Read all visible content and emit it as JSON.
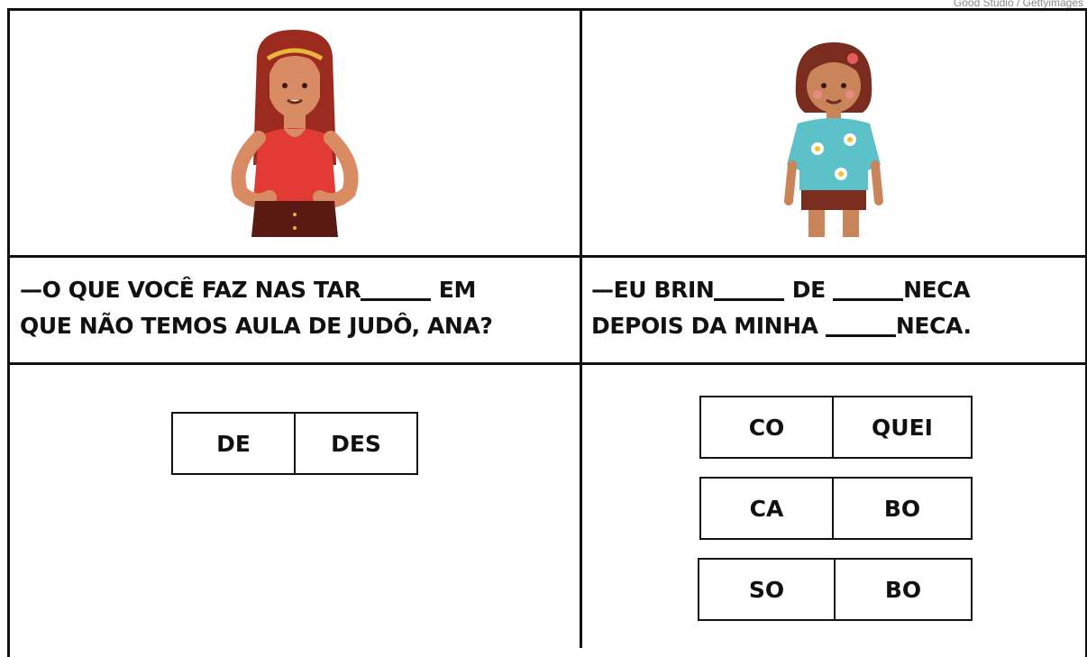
{
  "credit": "Good Studio / Gettyimages",
  "left": {
    "sentence_line1_a": "—O QUE VOCÊ FAZ NAS TAR",
    "sentence_line1_b": " EM",
    "sentence_line2": "QUE NÃO TEMOS AULA DE JUDÔ, ANA?",
    "options": [
      "DE",
      "DES"
    ]
  },
  "right": {
    "sentence_line1_a": "—EU BRIN",
    "sentence_line1_b": " DE ",
    "sentence_line1_c": "NECA",
    "sentence_line2_a": "DEPOIS DA MINHA  ",
    "sentence_line2_b": "NECA.",
    "option_rows": [
      [
        "CO",
        "QUEI"
      ],
      [
        "CA",
        "BO"
      ],
      [
        "SO",
        "BO"
      ]
    ]
  },
  "colors": {
    "line": "#111111",
    "hair_left": "#9b2a1f",
    "shirt_left": "#e23a35",
    "skin": "#d98b63",
    "shirt_right": "#5cc1c8",
    "shorts": "#7a2d1f"
  }
}
